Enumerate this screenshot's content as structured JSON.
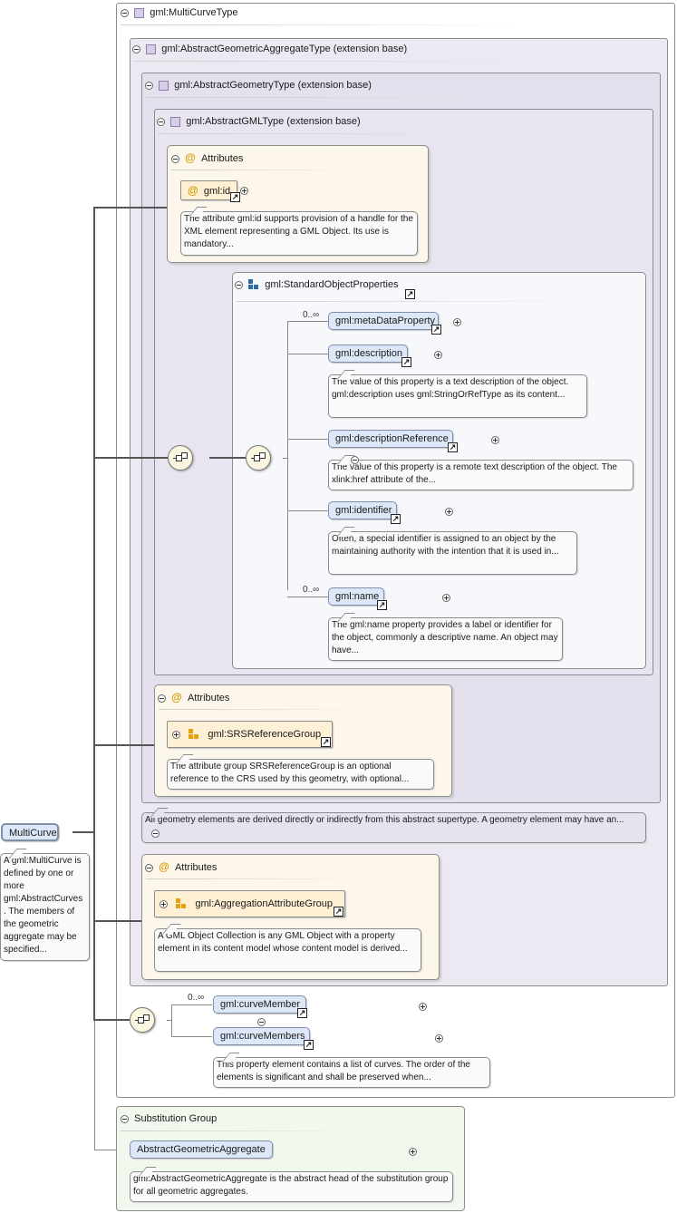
{
  "root": {
    "name": "MultiCurve",
    "doc": "A gml:MultiCurve is defined by one or more gml:AbstractCurves . The members of the geometric aggregate may be specified..."
  },
  "types": {
    "multi_curve": "gml:MultiCurveType",
    "abstract_geometric_aggregate": "gml:AbstractGeometricAggregateType (extension base)",
    "abstract_geometry": "gml:AbstractGeometryType (extension base)",
    "abstract_gml": "gml:AbstractGMLType (extension base)"
  },
  "gml_attrs": {
    "header": "Attributes",
    "id_label": "gml:id",
    "id_doc": "The attribute gml:id supports provision of a handle for the XML element representing a GML Object. Its use is mandatory..."
  },
  "standard_props": {
    "title": "gml:StandardObjectProperties",
    "items": [
      {
        "name": "gml:metaDataProperty",
        "cardinality": "0..∞",
        "doc": ""
      },
      {
        "name": "gml:description",
        "cardinality": "",
        "doc": "The value of this property is a text description of the object. gml:description uses gml:StringOrRefType as its content..."
      },
      {
        "name": "gml:descriptionReference",
        "cardinality": "",
        "doc": "The value of this property is a remote text description of the object. The xlink:href attribute of the..."
      },
      {
        "name": "gml:identifier",
        "cardinality": "",
        "doc": "Often, a special identifier is assigned to an object by the maintaining authority with the intention that it is used in..."
      },
      {
        "name": "gml:name",
        "cardinality": "0..∞",
        "doc": "The gml:name property provides a label or identifier for the object, commonly a descriptive name. An object may have..."
      }
    ]
  },
  "geometry_attrs": {
    "header": "Attributes",
    "group": "gml:SRSReferenceGroup",
    "group_doc": "The attribute group SRSReferenceGroup is an optional reference to the CRS used by this geometry, with optional..."
  },
  "geometry_doc": "All geometry elements are derived directly or indirectly from this abstract supertype. A geometry element may have an...",
  "aggregate_attrs": {
    "header": "Attributes",
    "group": "gml:AggregationAttributeGroup",
    "group_doc": "A GML Object Collection is any GML Object with a property element in its content model whose content model is derived..."
  },
  "members": {
    "curve_member": "gml:curveMember",
    "curve_member_card": "0..∞",
    "curve_members": "gml:curveMembers",
    "curve_members_doc": "This property element contains a list of curves. The order of the elements is significant and shall be preserved when..."
  },
  "substitution": {
    "header": "Substitution Group",
    "head": "AbstractGeometricAggregate",
    "doc": "gml:AbstractGeometricAggregate is the abstract head of the substitution group for all geometric aggregates."
  }
}
